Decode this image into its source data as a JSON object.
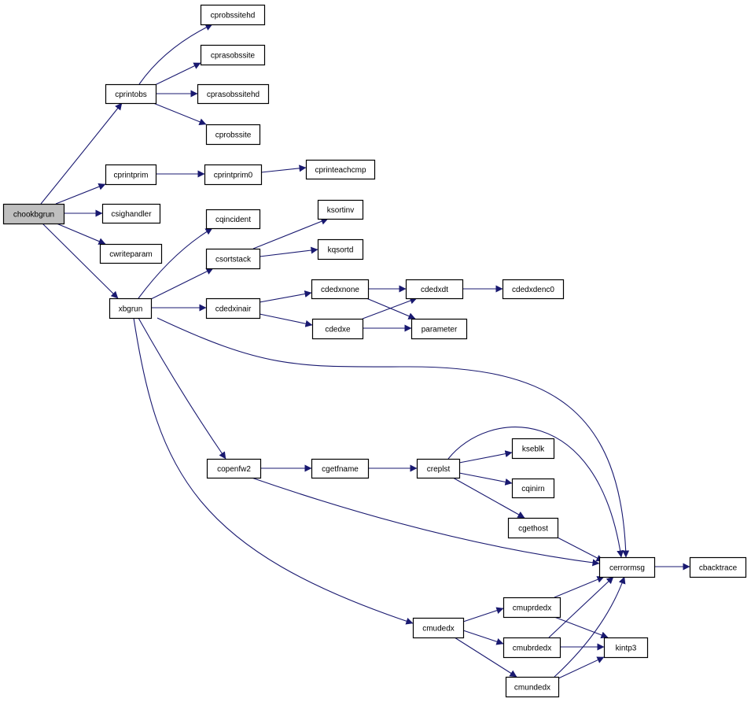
{
  "graph": {
    "root": "chookbgrun",
    "nodes": [
      {
        "id": "chookbgrun",
        "label": "chookbgrun",
        "highlighted": true
      },
      {
        "id": "cprintobs",
        "label": "cprintobs"
      },
      {
        "id": "cprobssitehd",
        "label": "cprobssitehd"
      },
      {
        "id": "cprasobssite",
        "label": "cprasobssite"
      },
      {
        "id": "cprasobssitehd",
        "label": "cprasobssitehd"
      },
      {
        "id": "cprobssite",
        "label": "cprobssite"
      },
      {
        "id": "cprintprim",
        "label": "cprintprim"
      },
      {
        "id": "cprintprim0",
        "label": "cprintprim0"
      },
      {
        "id": "cprinteachcmp",
        "label": "cprinteachcmp"
      },
      {
        "id": "csighandler",
        "label": "csighandler"
      },
      {
        "id": "cwriteparam",
        "label": "cwriteparam"
      },
      {
        "id": "xbgrun",
        "label": "xbgrun"
      },
      {
        "id": "cqincident",
        "label": "cqincident"
      },
      {
        "id": "csortstack",
        "label": "csortstack"
      },
      {
        "id": "ksortinv",
        "label": "ksortinv"
      },
      {
        "id": "kqsortd",
        "label": "kqsortd"
      },
      {
        "id": "cdedxinair",
        "label": "cdedxinair"
      },
      {
        "id": "cdedxnone",
        "label": "cdedxnone"
      },
      {
        "id": "cdedxe",
        "label": "cdedxe"
      },
      {
        "id": "cdedxdt",
        "label": "cdedxdt"
      },
      {
        "id": "cdedxdenc0",
        "label": "cdedxdenc0"
      },
      {
        "id": "parameter",
        "label": "parameter"
      },
      {
        "id": "copenfw2",
        "label": "copenfw2"
      },
      {
        "id": "cgetfname",
        "label": "cgetfname"
      },
      {
        "id": "creplst",
        "label": "creplst"
      },
      {
        "id": "kseblk",
        "label": "kseblk"
      },
      {
        "id": "cqinirn",
        "label": "cqinirn"
      },
      {
        "id": "cgethost",
        "label": "cgethost"
      },
      {
        "id": "cerrormsg",
        "label": "cerrormsg"
      },
      {
        "id": "cbacktrace",
        "label": "cbacktrace"
      },
      {
        "id": "cmudedx",
        "label": "cmudedx"
      },
      {
        "id": "cmuprdedx",
        "label": "cmuprdedx"
      },
      {
        "id": "cmubrdedx",
        "label": "cmubrdedx"
      },
      {
        "id": "cmundedx",
        "label": "cmundedx"
      },
      {
        "id": "kintp3",
        "label": "kintp3"
      }
    ],
    "edges": [
      {
        "from": "chookbgrun",
        "to": "cprintobs"
      },
      {
        "from": "chookbgrun",
        "to": "cprintprim"
      },
      {
        "from": "chookbgrun",
        "to": "csighandler"
      },
      {
        "from": "chookbgrun",
        "to": "cwriteparam"
      },
      {
        "from": "chookbgrun",
        "to": "xbgrun"
      },
      {
        "from": "cprintobs",
        "to": "cprobssitehd"
      },
      {
        "from": "cprintobs",
        "to": "cprasobssite"
      },
      {
        "from": "cprintobs",
        "to": "cprasobssitehd"
      },
      {
        "from": "cprintobs",
        "to": "cprobssite"
      },
      {
        "from": "cprintprim",
        "to": "cprintprim0"
      },
      {
        "from": "cprintprim0",
        "to": "cprinteachcmp"
      },
      {
        "from": "xbgrun",
        "to": "cqincident"
      },
      {
        "from": "xbgrun",
        "to": "csortstack"
      },
      {
        "from": "xbgrun",
        "to": "cdedxinair"
      },
      {
        "from": "xbgrun",
        "to": "cerrormsg"
      },
      {
        "from": "xbgrun",
        "to": "copenfw2"
      },
      {
        "from": "xbgrun",
        "to": "cmudedx"
      },
      {
        "from": "csortstack",
        "to": "ksortinv"
      },
      {
        "from": "csortstack",
        "to": "kqsortd"
      },
      {
        "from": "cdedxinair",
        "to": "cdedxnone"
      },
      {
        "from": "cdedxinair",
        "to": "cdedxe"
      },
      {
        "from": "cdedxnone",
        "to": "cdedxdt"
      },
      {
        "from": "cdedxnone",
        "to": "parameter"
      },
      {
        "from": "cdedxe",
        "to": "cdedxdt"
      },
      {
        "from": "cdedxe",
        "to": "parameter"
      },
      {
        "from": "cdedxdt",
        "to": "cdedxdenc0"
      },
      {
        "from": "copenfw2",
        "to": "cgetfname"
      },
      {
        "from": "copenfw2",
        "to": "cerrormsg"
      },
      {
        "from": "cgetfname",
        "to": "creplst"
      },
      {
        "from": "creplst",
        "to": "kseblk"
      },
      {
        "from": "creplst",
        "to": "cqinirn"
      },
      {
        "from": "creplst",
        "to": "cgethost"
      },
      {
        "from": "creplst",
        "to": "cerrormsg"
      },
      {
        "from": "cgethost",
        "to": "cerrormsg"
      },
      {
        "from": "cerrormsg",
        "to": "cbacktrace"
      },
      {
        "from": "cmudedx",
        "to": "cmuprdedx"
      },
      {
        "from": "cmudedx",
        "to": "cmubrdedx"
      },
      {
        "from": "cmudedx",
        "to": "cmundedx"
      },
      {
        "from": "cmuprdedx",
        "to": "cerrormsg"
      },
      {
        "from": "cmuprdedx",
        "to": "kintp3"
      },
      {
        "from": "cmubrdedx",
        "to": "cerrormsg"
      },
      {
        "from": "cmubrdedx",
        "to": "kintp3"
      },
      {
        "from": "cmundedx",
        "to": "cerrormsg"
      },
      {
        "from": "cmundedx",
        "to": "kintp3"
      }
    ],
    "colors": {
      "edge": "#191970",
      "root_fill": "#bfbfbf",
      "node_fill": "#ffffff",
      "node_border": "#000000"
    }
  }
}
